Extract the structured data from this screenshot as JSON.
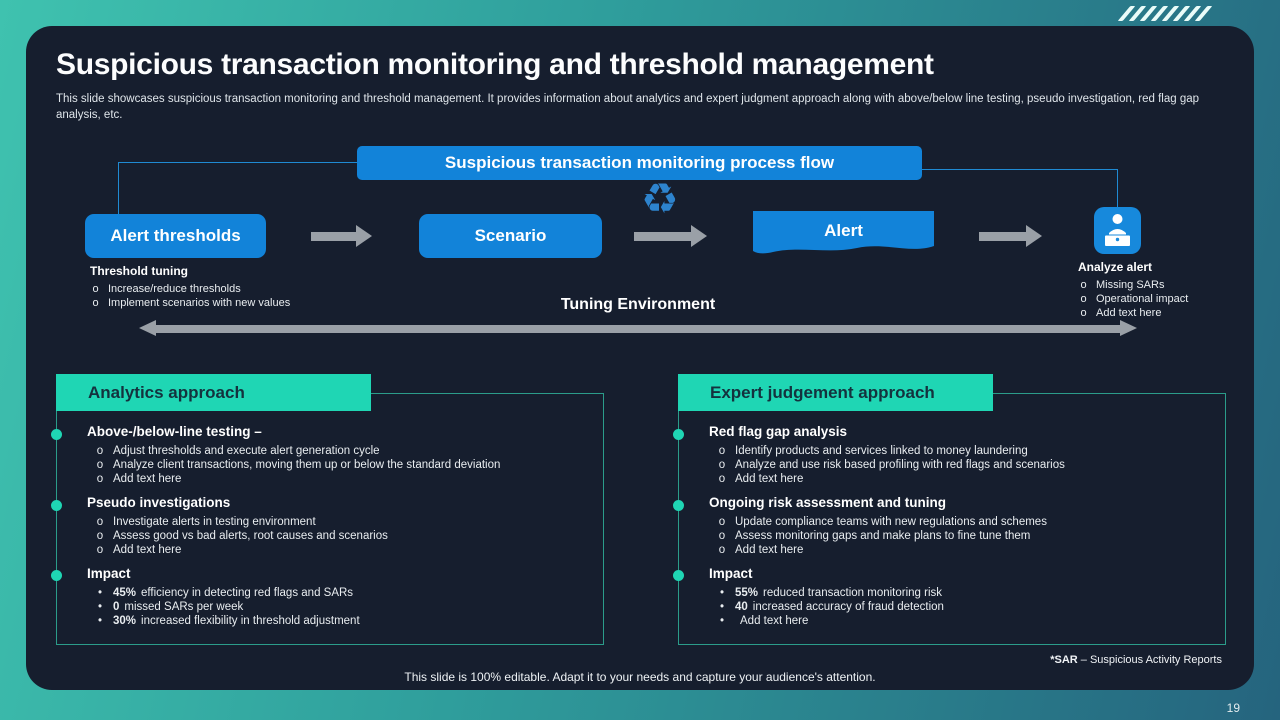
{
  "header": {
    "title": "Suspicious transaction monitoring and threshold management",
    "subtitle": "This slide showcases suspicious transaction monitoring and threshold management. It provides information about analytics and expert judgment approach along with above/below line testing, pseudo investigation, red flag gap analysis, etc."
  },
  "flow": {
    "banner": "Suspicious transaction monitoring process flow",
    "steps": [
      "Alert thresholds",
      "Scenario",
      "Alert"
    ],
    "threshold_tuning": {
      "title": "Threshold tuning",
      "marker": "o",
      "items": [
        "Increase/reduce thresholds",
        "Implement scenarios with new values"
      ]
    },
    "analyze_alert": {
      "title": "Analyze alert",
      "marker": "o",
      "items": [
        "Missing SARs",
        "Operational impact",
        "Add text here"
      ]
    },
    "tuning_environment": "Tuning Environment"
  },
  "icons": {
    "recycle": "♻"
  },
  "panels": [
    {
      "header": "Analytics approach",
      "sections": [
        {
          "title": "Above-/below-line testing –",
          "marker": "o",
          "items": [
            "Adjust thresholds and execute alert generation cycle",
            "Analyze client transactions, moving them up or below the standard deviation",
            "Add text here"
          ]
        },
        {
          "title": "Pseudo investigations",
          "marker": "o",
          "items": [
            "Investigate alerts in testing environment",
            "Assess good vs bad alerts, root causes and scenarios",
            "Add text here"
          ]
        },
        {
          "title": "Impact",
          "marker": "•",
          "items": [
            {
              "value": "45%",
              "text": "efficiency in detecting red flags and SARs"
            },
            {
              "value": "0",
              "text": "missed SARs per week"
            },
            {
              "value": "30%",
              "text": "increased flexibility in threshold adjustment"
            }
          ]
        }
      ]
    },
    {
      "header": "Expert judgement approach",
      "sections": [
        {
          "title": "Red flag gap analysis",
          "marker": "o",
          "items": [
            "Identify products and services linked to money laundering",
            "Analyze and use risk based profiling with red flags and scenarios",
            "Add text here"
          ]
        },
        {
          "title": "Ongoing risk assessment and tuning",
          "marker": "o",
          "items": [
            "Update compliance teams with new regulations and schemes",
            "Assess monitoring gaps and make plans to fine tune them",
            "Add text here"
          ]
        },
        {
          "title": "Impact",
          "marker": "•",
          "items": [
            {
              "value": "55%",
              "text": "reduced transaction monitoring risk"
            },
            {
              "value": "40",
              "text": "increased accuracy of fraud detection"
            },
            {
              "value": "",
              "text": "Add text here"
            }
          ]
        }
      ]
    }
  ],
  "footer": {
    "sar_label": "*SAR",
    "sar_text": "– Suspicious Activity Reports",
    "note": "This slide is 100% editable. Adapt it to your needs and capture your audience's attention.",
    "page_number": "19"
  }
}
